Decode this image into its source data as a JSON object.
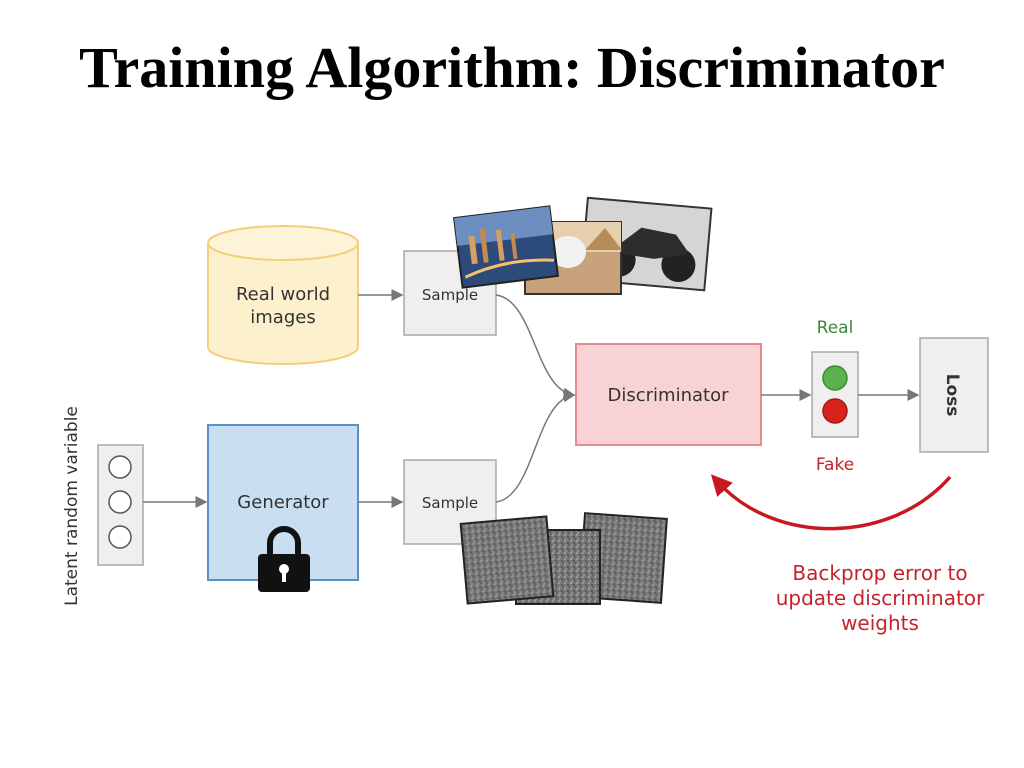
{
  "slide": {
    "title": "Training Algorithm: Discriminator"
  },
  "diagram": {
    "real_world_images": [
      "Real world",
      "images"
    ],
    "sample_top": "Sample",
    "sample_bottom": "Sample",
    "latent_variable": "Latent random variable",
    "generator": "Generator",
    "discriminator": "Discriminator",
    "real_label": "Real",
    "fake_label": "Fake",
    "loss": "Loss",
    "backprop_note": [
      "Backprop error to",
      "update discriminator",
      "weights"
    ],
    "colors": {
      "cylinder_fill": "#fdf1cd",
      "cylinder_stroke": "#f3cf7c",
      "generator_fill": "#c9def0",
      "generator_stroke": "#5b8fc7",
      "discriminator_fill": "#f7d3d5",
      "discriminator_stroke": "#e38b8f",
      "real_green": "#5cb14f",
      "fake_red": "#d8221e",
      "real_text": "#3a8a3a",
      "fake_text": "#c4232b",
      "backprop_red": "#c81822"
    },
    "icons": [
      "lock-icon"
    ]
  }
}
